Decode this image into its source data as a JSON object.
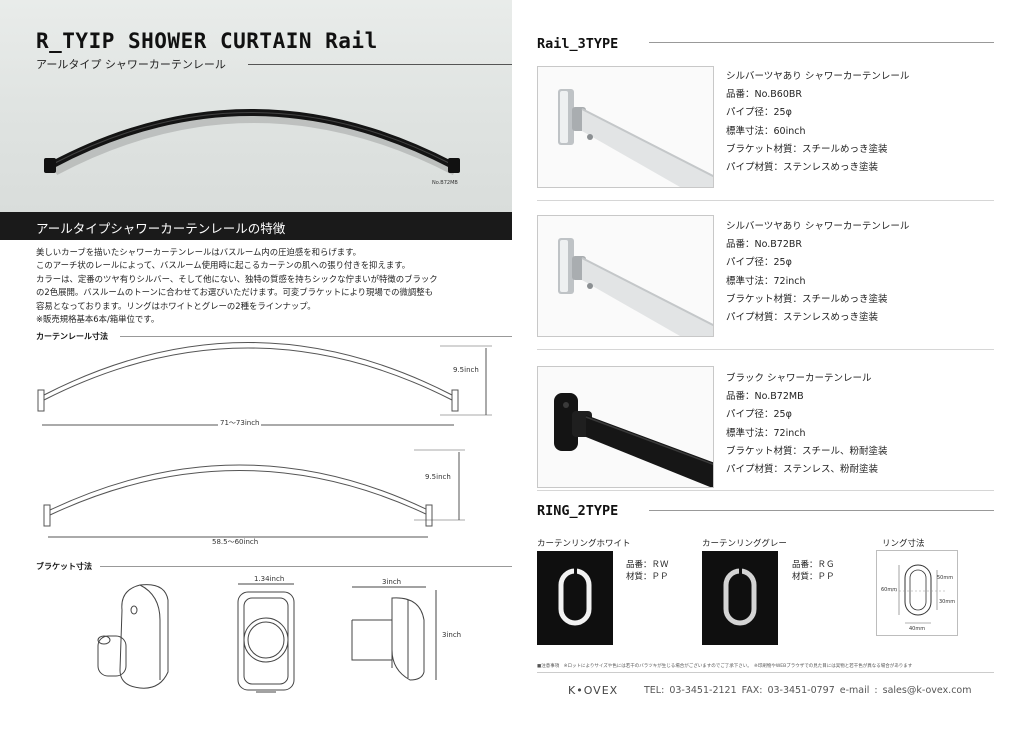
{
  "hero": {
    "title": "R_TYIP SHOWER CURTAIN Rail",
    "subtitle": "アールタイプ シャワーカーテンレール",
    "model_label": "No.B72MB"
  },
  "features": {
    "title": "アールタイプシャワーカーテンレールの特徴",
    "lines": [
      "美しいカーブを描いたシャワーカーテンレールはバスルーム内の圧迫感を和らげます。",
      "このアーチ状のレールによって、バスルーム使用時に起こるカーテンの肌への張り付きを抑えます。",
      "カラーは、定番のツヤ有りシルバー、そして他にない、独特の質感を持ちシックな佇まいが特徴のブラック",
      "の2色展開。バスルームのトーンに合わせてお選びいただけます。可変ブラケットにより現場での微調整も",
      "容易となっております。リングはホワイトとグレーの2種をラインナップ。",
      "※販売規格基本6本/箱単位です。"
    ]
  },
  "rail_dims": {
    "label": "カーテンレール寸法",
    "rail1_width": "71〜73inch",
    "rail1_height": "9.5inch",
    "rail2_width": "58.5〜60inch",
    "rail2_height": "9.5inch"
  },
  "bracket_dims": {
    "label": "ブラケット寸法",
    "width_front": "1.34inch",
    "width_side": "3inch",
    "height_side": "3inch"
  },
  "rail_section": {
    "heading": "Rail_3TYPE",
    "products": [
      {
        "name": "シルバーツヤあり シャワーカーテンレール",
        "code": "品番：No.B60BR",
        "pipe": "パイプ径：25φ",
        "size": "標準寸法：60inch",
        "bracket": "ブラケット材質：スチールめっき塗装",
        "pipe_material": "パイプ材質：ステンレスめっき塗装",
        "color": "#d9d9d9"
      },
      {
        "name": "シルバーツヤあり シャワーカーテンレール",
        "code": "品番：No.B72BR",
        "pipe": "パイプ径：25φ",
        "size": "標準寸法：72inch",
        "bracket": "ブラケット材質：スチールめっき塗装",
        "pipe_material": "パイプ材質：ステンレスめっき塗装",
        "color": "#d9d9d9"
      },
      {
        "name": "ブラック シャワーカーテンレール",
        "code": "品番：No.B72MB",
        "pipe": "パイプ径：25φ",
        "size": "標準寸法：72inch",
        "bracket": "ブラケット材質：スチール、粉耐塗装",
        "pipe_material": "パイプ材質：ステンレス、粉耐塗装",
        "color": "#111111"
      }
    ]
  },
  "ring_section": {
    "heading": "RING_2TYPE",
    "rings": [
      {
        "label": "カーテンリングホワイト",
        "code": "品番：ＲＷ",
        "material": "材質：ＰＰ",
        "color": "#f2f2f2"
      },
      {
        "label": "カーテンリンググレー",
        "code": "品番：ＲＧ",
        "material": "材質：ＰＰ",
        "color": "#d4d4d4"
      }
    ],
    "dims_label": "リング寸法",
    "dim_outer_height": "60mm",
    "dim_inner_height": "30mm",
    "dim_top": "50mm",
    "dim_width": "40mm"
  },
  "footer": {
    "notice": "■注意事項　※ロットによりサイズや色には若干のバラツキが生じる場合がございますのでご了承下さい。　※印刷物やWEBブラウザでの見た目には実物と若干色が異なる場合があります",
    "logo": "K•OVEX",
    "contact": "TEL: 03-3451-2121   FAX: 03-3451-0797   e-mail : sales@k-ovex.com"
  }
}
